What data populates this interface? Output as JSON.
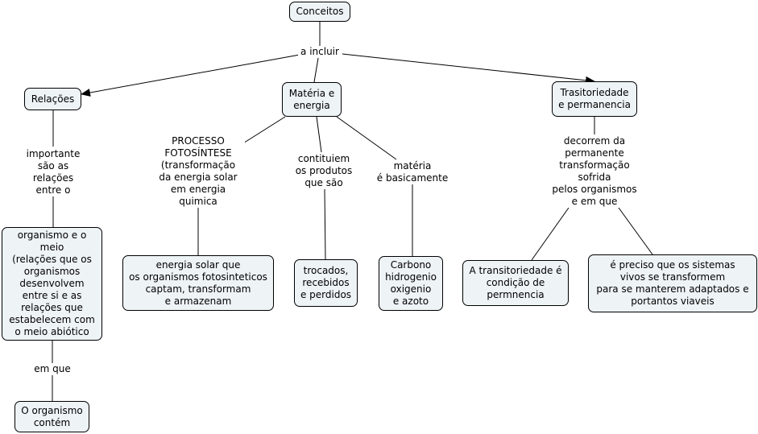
{
  "concepts": {
    "conceitos": "Conceitos",
    "relacoes": "Relações",
    "materia": "Matéria e\nenergia",
    "trasitoriedade": "Trasitoriedade\ne permanencia",
    "organismo_meio": "organismo e o\nmeio\n(relações que os\norganismos\ndesenvolvem\nentre si  e as\nrelações  que\nestabelecem com\no meio abiótico",
    "organismo_contem": "O organismo\ncontém",
    "energia_solar": "energia solar que\nos organismos fotosinteticos\ncaptam, transformam\ne armazenam",
    "trocados": "trocados,\nrecebidos\ne perdidos",
    "carbono": "Carbono\nhidrogenio\noxigenio\ne azoto",
    "transitoriedade_condicao": "A transitoriedade é\ncondição de\npermnencia",
    "preciso": "é preciso que os sistemas\nvivos se transformem\npara se manterem adaptados e\nportantos viaveis"
  },
  "linking_phrases": {
    "a_incluir": "a incluir",
    "importante": "importante\nsão as\nrelações\nentre o",
    "em_que": "em que",
    "processo": "PROCESSO\nFOTOSÍNTESE\n(transformação\nda energia solar\nem energia\nquimica",
    "contituiem": "contituiem\nos produtos\nque são",
    "materia_basicamente": "matéria\né basicamente",
    "decorrem": "decorrem da\npermanente\ntransformação\nsofrida\npelos organismos\ne em que"
  }
}
